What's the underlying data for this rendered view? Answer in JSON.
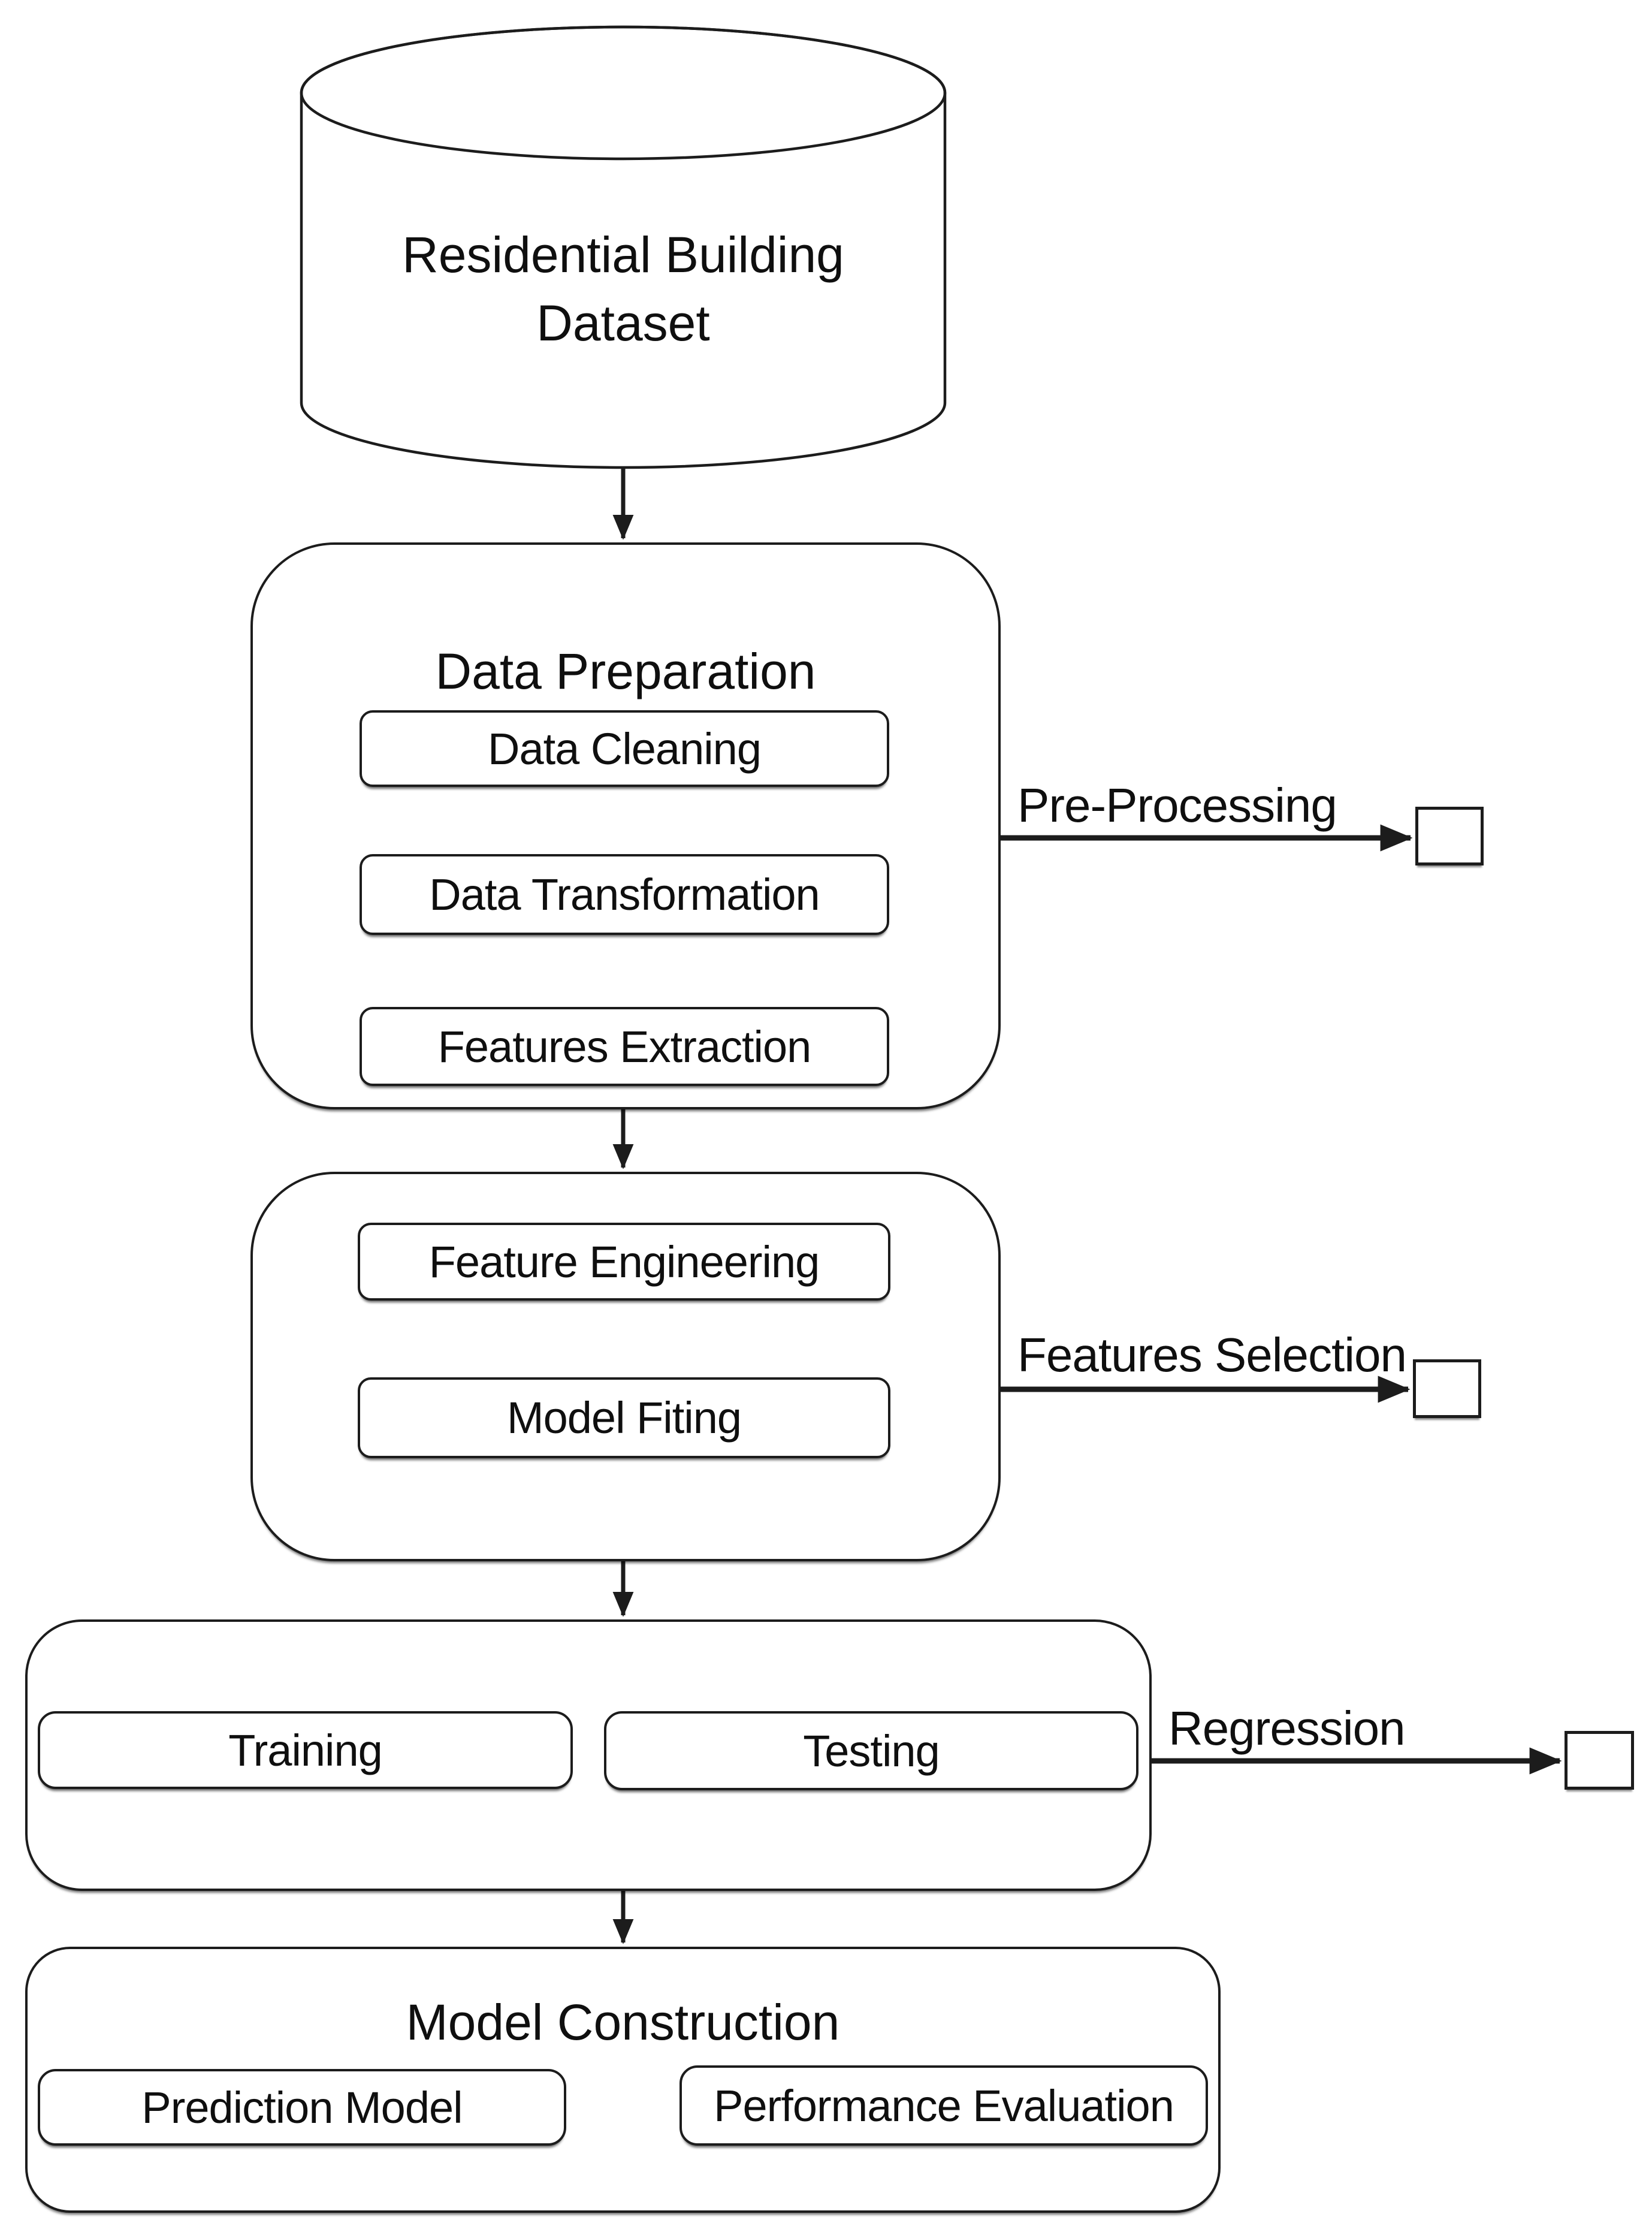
{
  "colors": {
    "stroke": "#1c1c1c",
    "background": "#ffffff",
    "text": "#0f0f0f"
  },
  "dataset": {
    "label": "Residential Building Dataset",
    "lines": [
      "Residential Building",
      "Dataset"
    ]
  },
  "stage1": {
    "title": "Data Preparation",
    "steps": [
      "Data Cleaning",
      "Data Transformation",
      "Features Extraction"
    ],
    "side_label": "Pre-Processing"
  },
  "stage2": {
    "steps": [
      "Feature Engineering",
      "Model Fiting"
    ],
    "side_label": "Features Selection"
  },
  "stage3": {
    "steps": [
      "Training",
      "Testing"
    ],
    "side_label": "Regression"
  },
  "stage4": {
    "title": "Model Construction",
    "steps": [
      "Prediction Model",
      "Performance Evaluation"
    ]
  }
}
